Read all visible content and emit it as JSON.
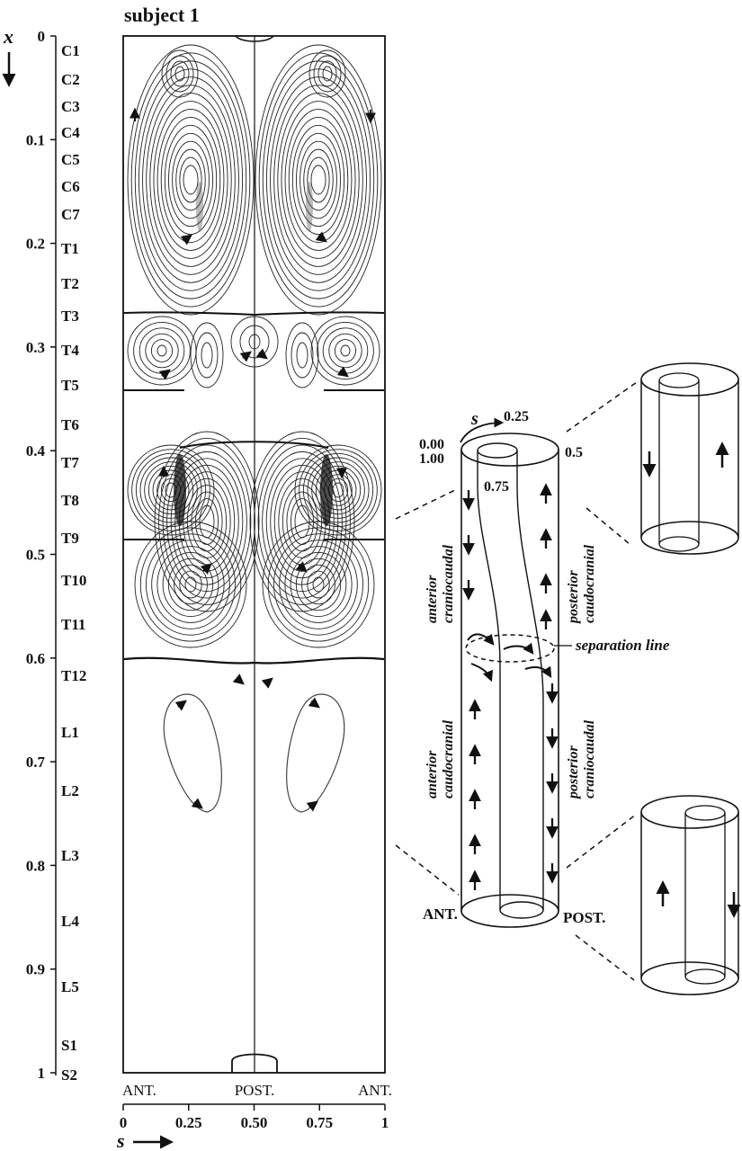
{
  "title": "subject 1",
  "x_axis": {
    "symbol": "x",
    "ticks": [
      "0",
      "0.1",
      "0.2",
      "0.3",
      "0.4",
      "0.5",
      "0.6",
      "0.7",
      "0.8",
      "0.9",
      "1"
    ]
  },
  "vertebrae": [
    "C1",
    "C2",
    "C3",
    "C4",
    "C5",
    "C6",
    "C7",
    "T1",
    "T2",
    "T3",
    "T4",
    "T5",
    "T6",
    "T7",
    "T8",
    "T9",
    "T10",
    "T11",
    "T12",
    "L1",
    "L2",
    "L3",
    "L4",
    "L5",
    "S1",
    "S2"
  ],
  "s_axis": {
    "symbol": "s",
    "ticks": [
      "0",
      "0.25",
      "0.50",
      "0.75",
      "1"
    ],
    "region_labels": [
      "ANT.",
      "POST.",
      "ANT."
    ]
  },
  "schematic": {
    "s_symbol": "s",
    "s_values": [
      "0.00",
      "1.00",
      "0.25",
      "0.5",
      "0.75"
    ],
    "labels": {
      "anterior_top": [
        "anterior",
        "craniocaudal"
      ],
      "posterior_top": [
        "posterior",
        "caudocranial"
      ],
      "anterior_bottom": [
        "anterior",
        "caudocranial"
      ],
      "posterior_bottom": [
        "posterior",
        "craniocaudal"
      ],
      "separation": "separation line",
      "ant": "ANT.",
      "post": "POST."
    }
  }
}
